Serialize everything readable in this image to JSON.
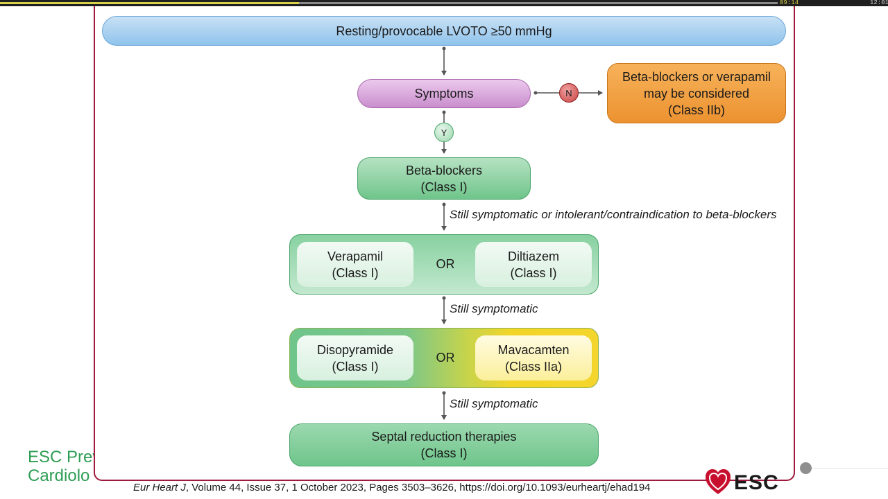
{
  "player": {
    "current_time": "09:14",
    "total_time": "12:01",
    "progress_fraction": 0.337
  },
  "diagram": {
    "top_box": "Resting/provocable LVOTO ≥50 mmHg",
    "symptoms_box": "Symptoms",
    "no_label": "N",
    "yes_label": "Y",
    "no_branch": {
      "line1": "Beta-blockers or verapamil",
      "line2": "may be considered",
      "line3": "(Class IIb)"
    },
    "beta_box": {
      "line1": "Beta-blockers",
      "line2": "(Class I)"
    },
    "note1": "Still symptomatic or intolerant/contraindication to beta-blockers",
    "row1": {
      "left": {
        "line1": "Verapamil",
        "line2": "(Class I)"
      },
      "or": "OR",
      "right": {
        "line1": "Diltiazem",
        "line2": "(Class I)"
      }
    },
    "note2": "Still symptomatic",
    "row2": {
      "left": {
        "line1": "Disopyramide",
        "line2": "(Class I)"
      },
      "or": "OR",
      "right": {
        "line1": "Mavacamten",
        "line2": "(Class IIa)"
      }
    },
    "note3": "Still symptomatic",
    "septal_box": {
      "line1": "Septal reduction therapies",
      "line2": "(Class I)"
    }
  },
  "background_slide": {
    "title_line1": "ESC Prev",
    "title_line2": "Cardiolo"
  },
  "citation": {
    "journal": "Eur Heart J",
    "rest": ", Volume 44, Issue 37, 1 October 2023, Pages 3503–3626, https://doi.org/10.1093/eurheartj/ehad194"
  },
  "logo": {
    "text": "ESC"
  },
  "colors": {
    "frame": "#a0193c",
    "blue_box": "#8fc3ec",
    "purple_box": "#c98ecd",
    "orange_box": "#ec9230",
    "green_box": "#6fc58b",
    "yellow_box": "#f3d528",
    "logo_red": "#c8102e"
  }
}
